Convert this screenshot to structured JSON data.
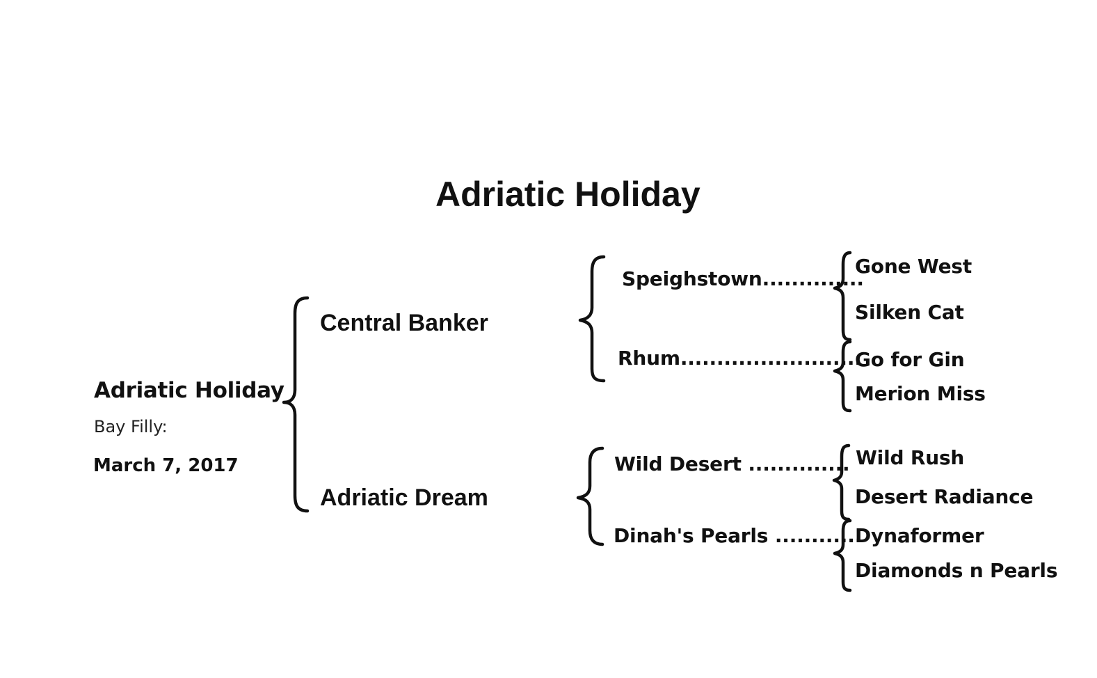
{
  "title": "Adriatic Holiday",
  "subject": {
    "name": "Adriatic Holiday",
    "description": "Bay Filly:",
    "foaled": "March 7, 2017"
  },
  "sire": {
    "name": "Central Banker",
    "sire": {
      "name": "Speighstown",
      "leader": "..............",
      "sire": "Gone West",
      "dam": "Silken Cat"
    },
    "dam": {
      "name": "Rhum",
      "leader": ".........................",
      "sire": "Go for Gin",
      "dam": "Merion Miss"
    }
  },
  "dam": {
    "name": "Adriatic Dream",
    "sire": {
      "name": "Wild Desert",
      "leader": "..............",
      "sire": "Wild Rush",
      "dam": "Desert Radiance"
    },
    "dam": {
      "name": "Dinah's Pearls",
      "leader": "............",
      "sire": "Dynaformer",
      "dam": "Diamonds n Pearls"
    }
  }
}
